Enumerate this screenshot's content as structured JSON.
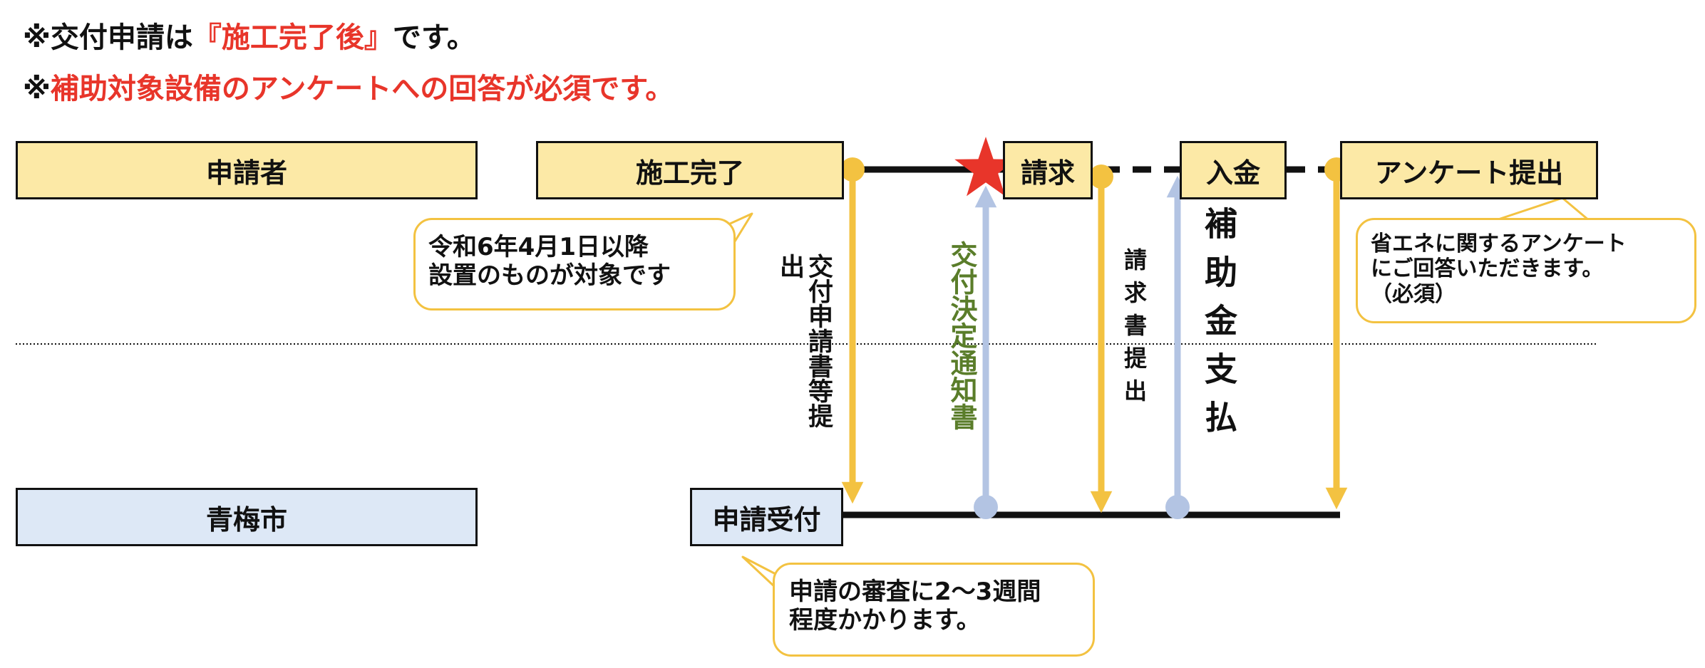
{
  "notes": {
    "line1_prefix": "※交付申請は",
    "line1_highlight": "『施工完了後』",
    "line1_suffix": "です。",
    "line2_prefix": "※",
    "line2_highlight": "補助対象設備のアンケートへの回答が必須です。"
  },
  "lanes": {
    "applicant": "申請者",
    "city": "青梅市"
  },
  "steps": {
    "construction_complete": "施工完了",
    "billing": "請求",
    "payment_received": "入金",
    "survey_submit": "アンケート提出",
    "application_received": "申請受付"
  },
  "flows": {
    "submit_application": "交付申請書等提出",
    "decision_notice": "交付決定通知書",
    "submit_invoice": "請求書提出",
    "subsidy_payment": "補助金支払"
  },
  "callouts": {
    "install_date_line1": "令和6年4月1日以降",
    "install_date_line2": "設置のものが対象です",
    "survey_line1": "省エネに関するアンケート",
    "survey_line2": "にご回答いただきます。",
    "survey_line3": "（必須）",
    "review_line1": "申請の審査に2〜3週間",
    "review_line2": "程度かかります。"
  },
  "colors": {
    "accent_red": "#e8352a",
    "arrow_yellow": "#f3c241",
    "arrow_blue": "#b3c4e3",
    "box_yellow": "#fce9a6",
    "box_blue": "#dde8f6",
    "notice_green": "#5a7d2a"
  }
}
